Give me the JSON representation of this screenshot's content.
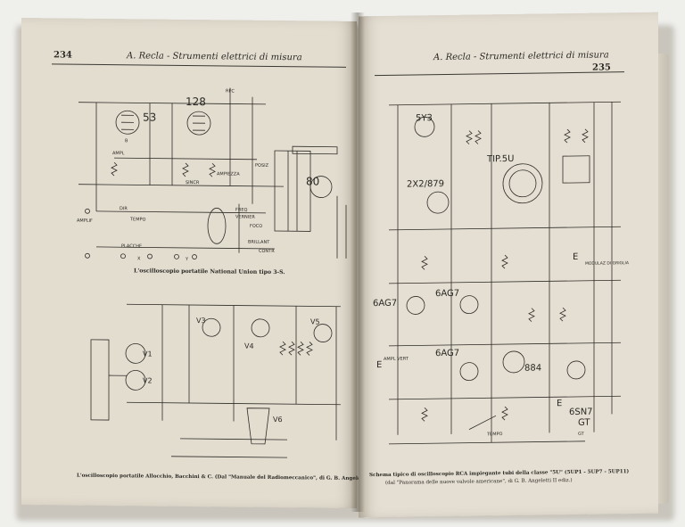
{
  "left_page": {
    "page_number": "234",
    "running_head": "A. Recla - Strumenti elettrici di misura",
    "figure1": {
      "caption": "L'oscilloscopio portatile National Union tipo 3-S.",
      "labels": [
        "53",
        "128",
        "RFC",
        "80",
        "AMPL",
        "SINCR",
        "AMPIEZZA",
        "POSIZ",
        "AMPLIF",
        "DIR",
        "TEMPO",
        "FREQ",
        "VERNIER",
        "FOCO",
        "BRILLANT",
        "CONTR",
        "PLACCHE",
        "X",
        "Y",
        "B"
      ]
    },
    "figure2": {
      "caption": "L'oscilloscopio portatile Allocchio, Bacchini & C. (Dal \"Manuale del Radiomeccanico\", di G. B. Angeletti).",
      "labels": [
        "V1",
        "V2",
        "V3",
        "V4",
        "V5",
        "V6"
      ]
    }
  },
  "right_page": {
    "page_number": "235",
    "running_head": "A. Recla - Strumenti elettrici di misura",
    "figure": {
      "caption_line1": "Schema tipico di oscilloscopio RCA impiegante tubi della classe \"5U\" (5UP1 - 5UP7 - 5UP11)",
      "caption_line2": "(dal \"Panorama delle nuove valvole americane\", di G. B. Angeletti II ediz.)",
      "labels": [
        "5Y3",
        "2X2/879",
        "TIP.5U",
        "6AG7",
        "6AG7",
        "6AG7",
        "884",
        "6SN7",
        "GT",
        "E",
        "AMPL VERT",
        "E",
        "MODULAZ DI GRIGLIA",
        "TEMPO",
        "E",
        "GT"
      ]
    }
  }
}
